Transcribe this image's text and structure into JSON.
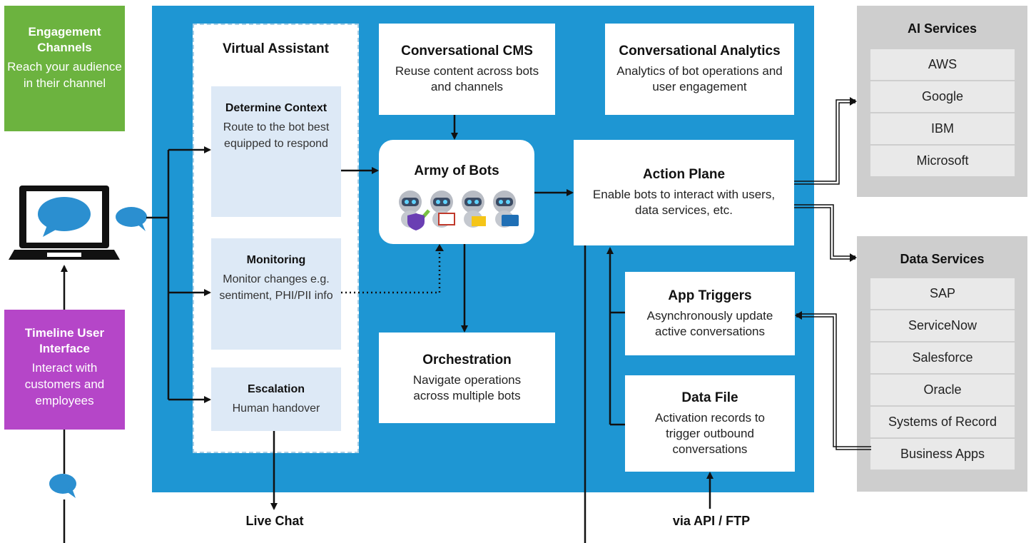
{
  "engagement": {
    "title": "Engagement Channels",
    "desc": "Reach your audience in their channel"
  },
  "timeline": {
    "title": "Timeline User Interface",
    "desc": "Interact with customers and employees"
  },
  "virtual_assistant": {
    "title": "Virtual Assistant",
    "items": [
      {
        "title": "Determine Context",
        "desc": "Route to the bot best equipped to respond"
      },
      {
        "title": "Monitoring",
        "desc": "Monitor changes e.g. sentiment, PHI/PII info"
      },
      {
        "title": "Escalation",
        "desc": "Human handover"
      }
    ]
  },
  "cms": {
    "title": "Conversational CMS",
    "desc": "Reuse content across bots and channels"
  },
  "analytics": {
    "title": "Conversational Analytics",
    "desc": "Analytics of bot operations and user engagement"
  },
  "army": {
    "title": "Army of Bots"
  },
  "orchestration": {
    "title": "Orchestration",
    "desc": "Navigate operations across multiple bots"
  },
  "action_plane": {
    "title": "Action Plane",
    "desc": "Enable bots to interact with users, data services, etc."
  },
  "app_triggers": {
    "title": "App Triggers",
    "desc": "Asynchronously update active conversations"
  },
  "data_file": {
    "title": "Data File",
    "desc": "Activation records to trigger outbound conversations"
  },
  "ai_services": {
    "title": "AI Services",
    "items": [
      "AWS",
      "Google",
      "IBM",
      "Microsoft"
    ]
  },
  "data_services": {
    "title": "Data Services",
    "items": [
      "SAP",
      "ServiceNow",
      "Salesforce",
      "Oracle",
      "Systems of Record",
      "Business Apps"
    ]
  },
  "labels": {
    "live_chat": "Live Chat",
    "via_api": "via API / FTP"
  },
  "colors": {
    "blue": "#1e96d3",
    "green": "#6cb33f",
    "purple": "#b546c8",
    "gray": "#cecece",
    "light_blue": "#dde9f6",
    "bubble": "#2b8fd0"
  }
}
